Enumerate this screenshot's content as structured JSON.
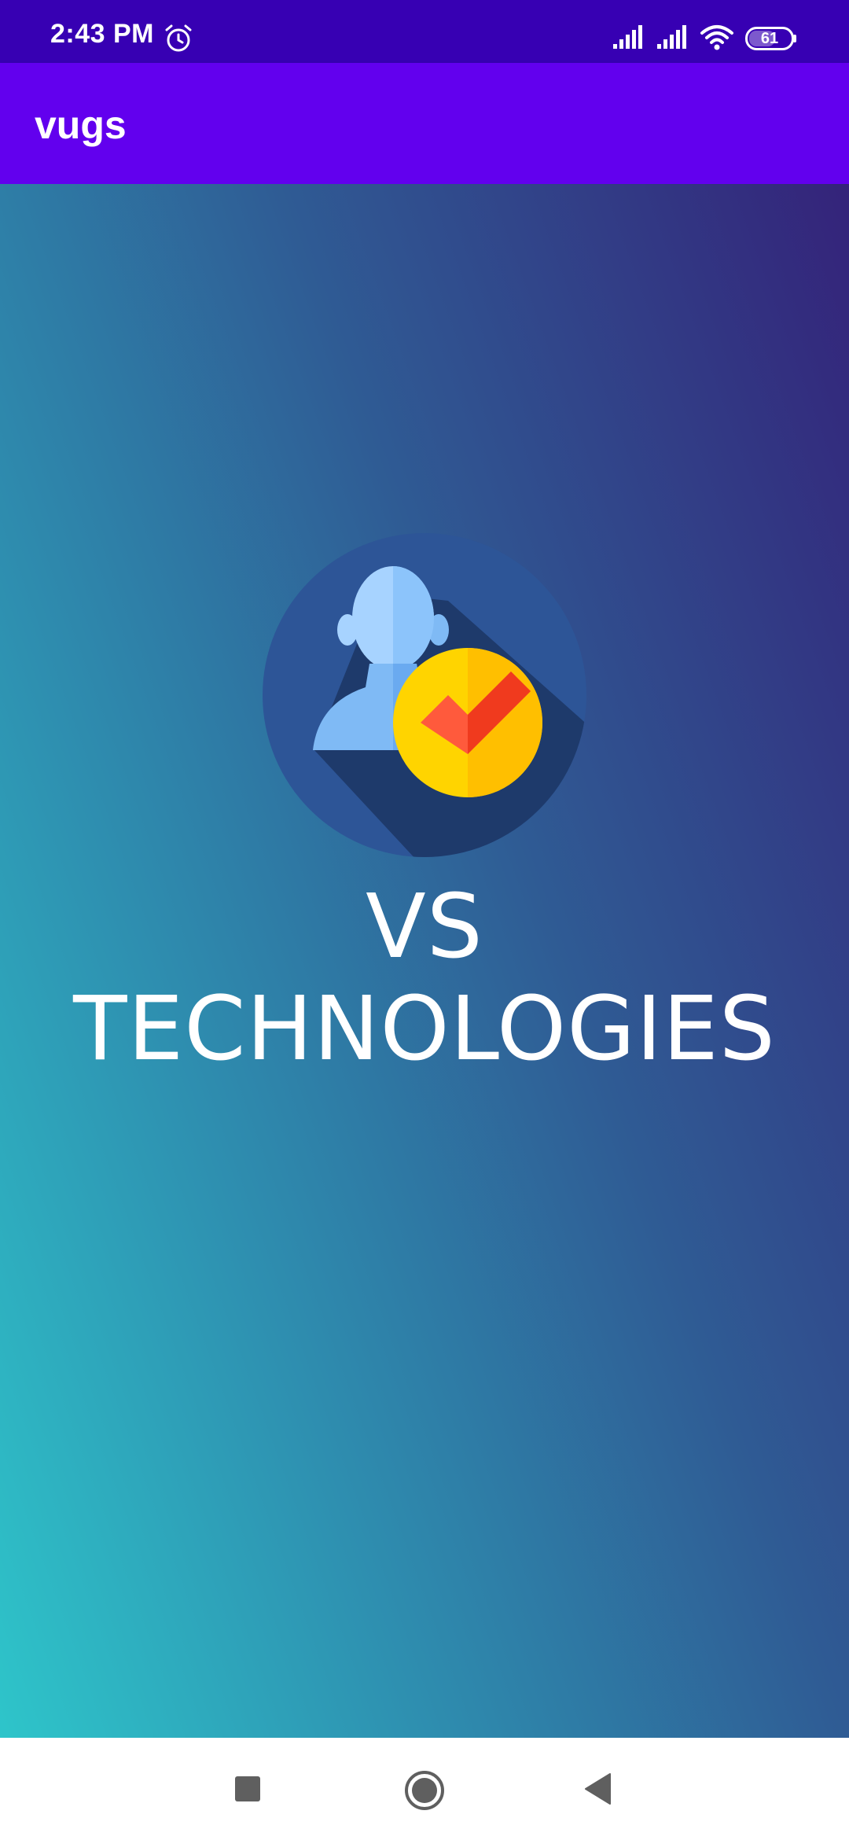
{
  "status_bar": {
    "time": "2:43 PM",
    "battery": "61",
    "icons": [
      "alarm-icon",
      "signal-icon",
      "signal-icon",
      "wifi-icon",
      "battery-icon"
    ]
  },
  "app_bar": {
    "title": "vugs",
    "color": "#6200EE"
  },
  "content": {
    "logo_icon": "verified-user-icon",
    "brand_name": "VS TECHNOLOGIES",
    "gradient_colors": [
      "#2ec5ca",
      "#2e8fb0",
      "#2f5b94",
      "#34237a"
    ]
  },
  "nav_bar": {
    "icons": [
      "recents-square-icon",
      "home-circle-icon",
      "back-triangle-icon"
    ]
  }
}
